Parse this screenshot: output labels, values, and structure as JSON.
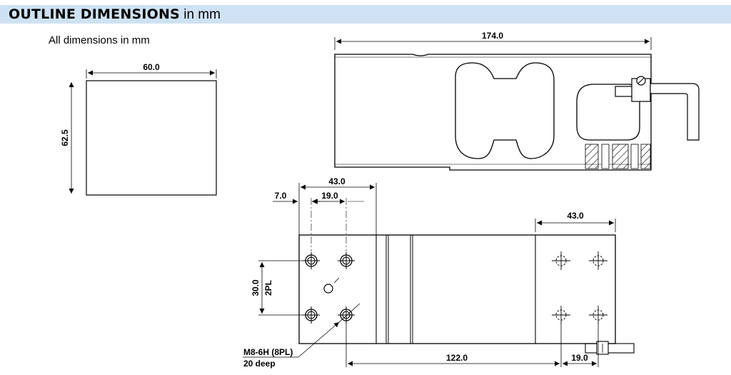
{
  "header": {
    "title_bold": "OUTLINE DIMENSIONS",
    "title_unit": " in mm",
    "background": "#cfe2f3"
  },
  "note": "All dimensions in mm",
  "dimensions": {
    "front_width": "60.0",
    "front_height": "62.5",
    "side_length": "174.0",
    "left_offset": "7.0",
    "hole_spacing_x": "19.0",
    "left_block_width": "43.0",
    "right_block_width": "43.0",
    "hole_spacing_y": "30.0",
    "hole_spacing_y_count": "2PL",
    "span": "122.0",
    "right_hole_offset": "19.0"
  },
  "thread_callout": {
    "line1": "M8-6H (8PL)",
    "line2": "20 deep"
  }
}
